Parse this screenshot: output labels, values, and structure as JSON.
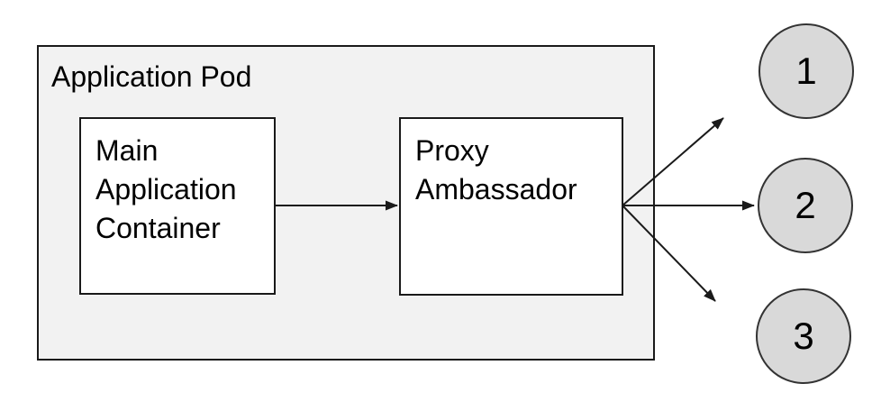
{
  "diagram": {
    "pod": {
      "label": "Application Pod"
    },
    "containers": [
      {
        "id": "main-application-container",
        "label": "Main Application Container"
      },
      {
        "id": "proxy-ambassador",
        "label": "Proxy Ambassador"
      }
    ],
    "endpoints": [
      {
        "label": "1"
      },
      {
        "label": "2"
      },
      {
        "label": "3"
      }
    ],
    "connections": [
      {
        "from": "main-application-container",
        "to": "proxy-ambassador"
      },
      {
        "from": "proxy-ambassador",
        "to": "endpoint-1"
      },
      {
        "from": "proxy-ambassador",
        "to": "endpoint-2"
      },
      {
        "from": "proxy-ambassador",
        "to": "endpoint-3"
      }
    ],
    "colors": {
      "background": "#ffffff",
      "pod_fill": "#f2f2f2",
      "container_fill": "#ffffff",
      "endpoint_fill": "#d9d9d9",
      "endpoint_border": "#333333",
      "border": "#1a1a1a",
      "arrow": "#1a1a1a",
      "text": "#000000"
    }
  }
}
